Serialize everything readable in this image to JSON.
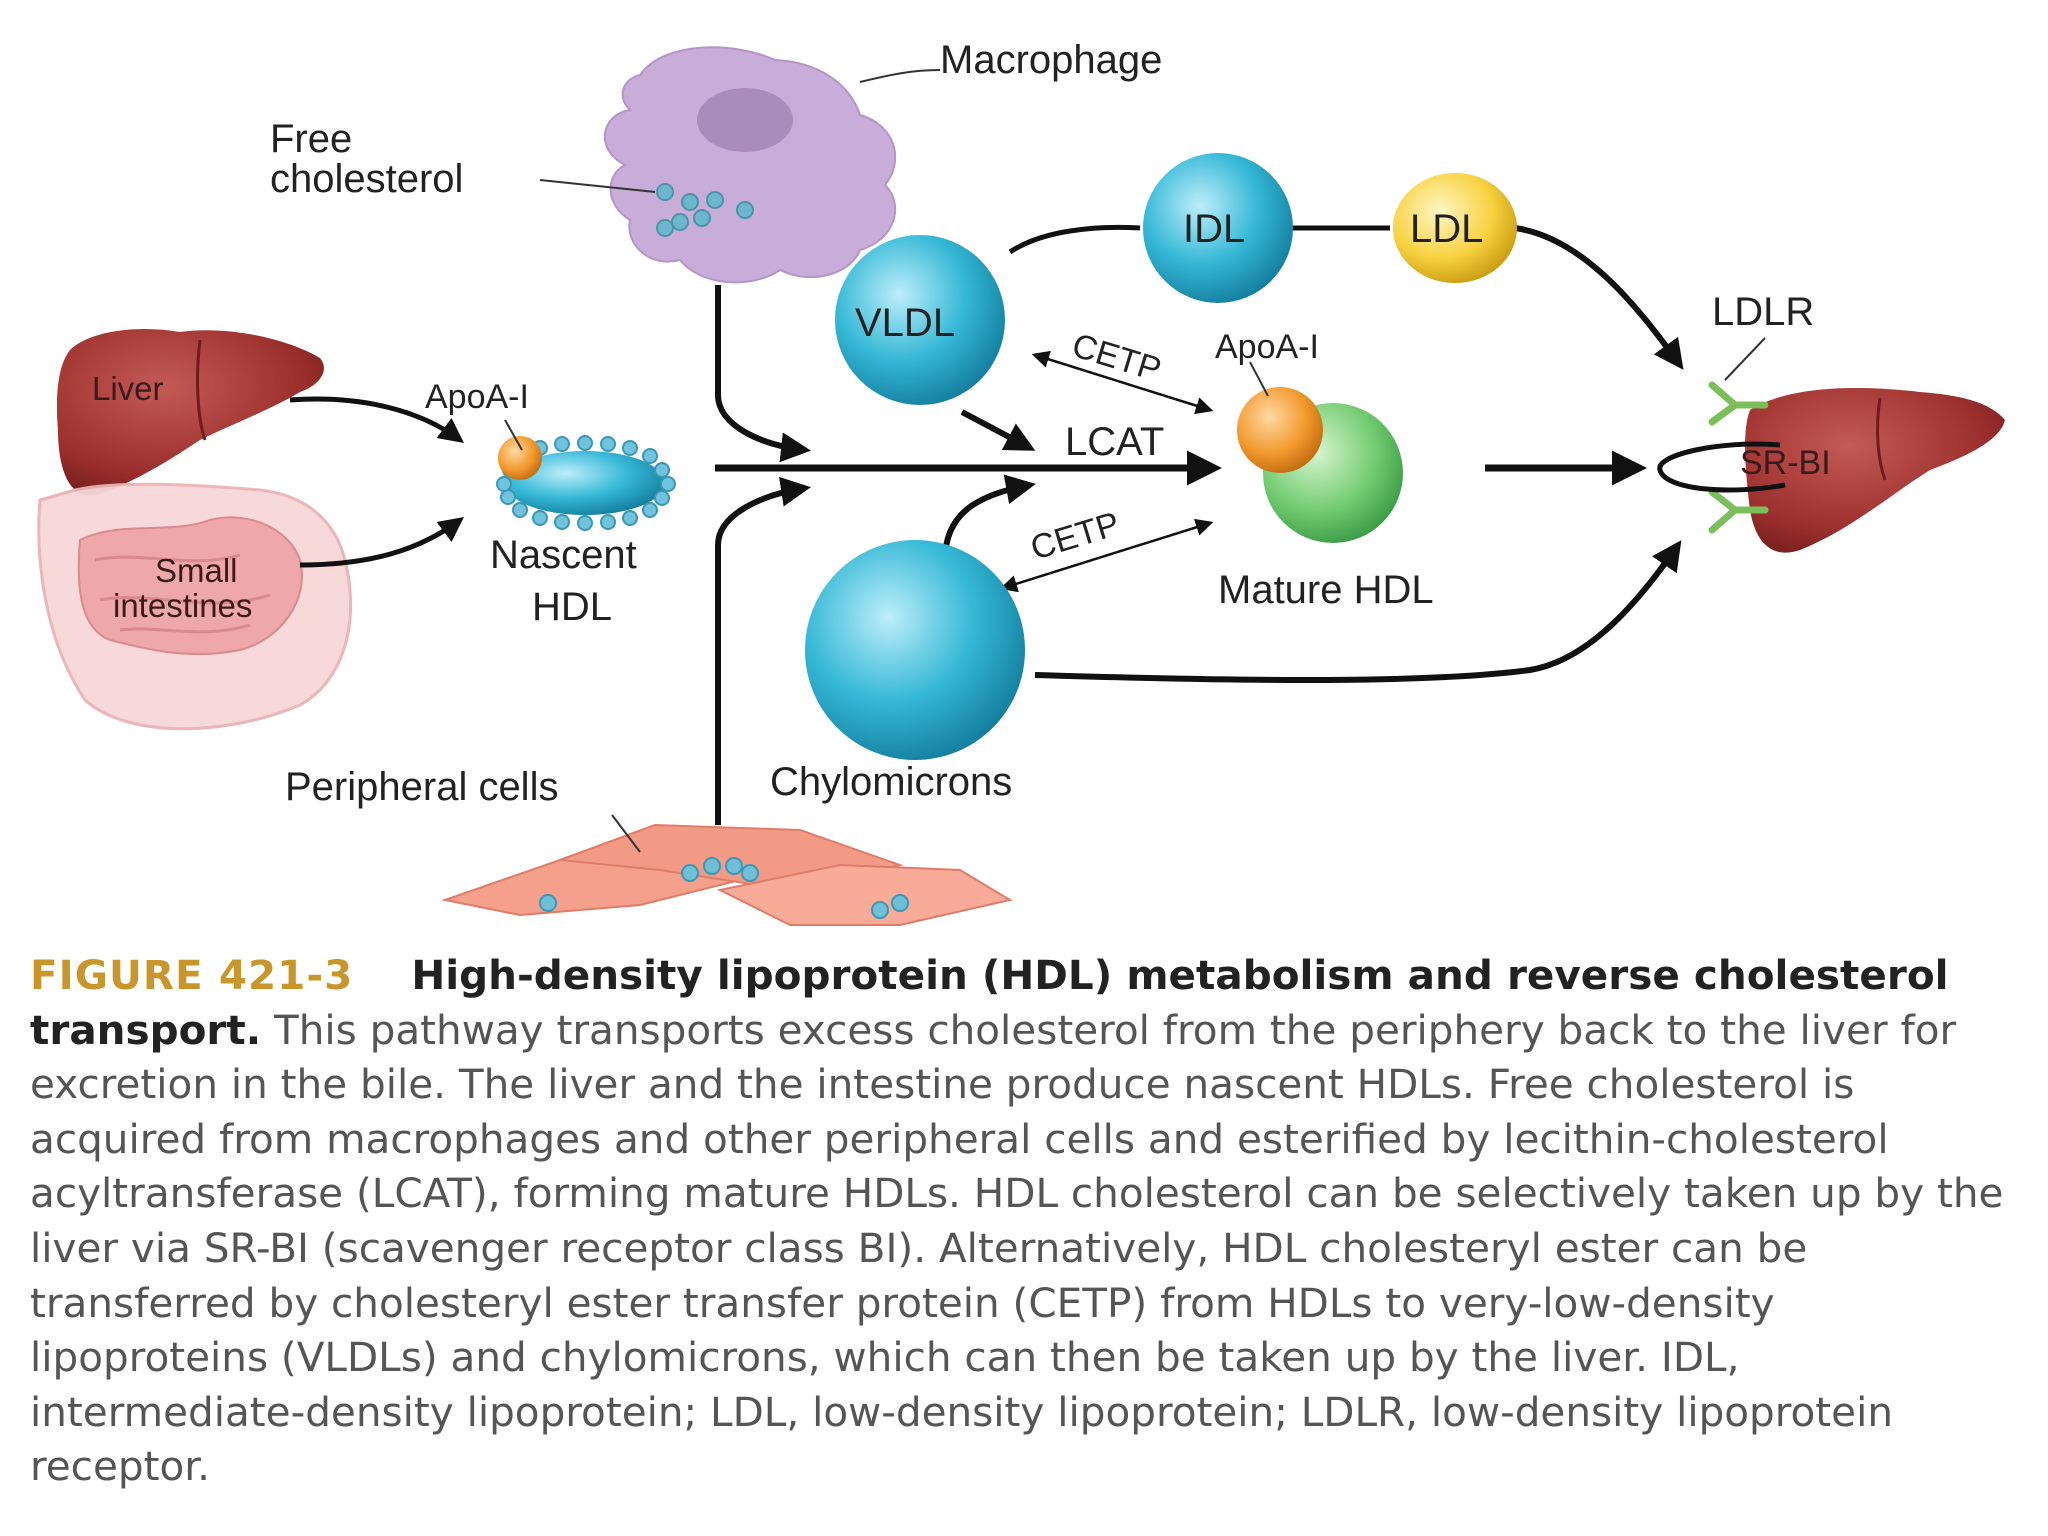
{
  "labels": {
    "macrophage": "Macrophage",
    "free_cholesterol_1": "Free",
    "free_cholesterol_2": "cholesterol",
    "liver": "Liver",
    "small_intestines_1": "Small",
    "small_intestines_2": "intestines",
    "apoa1_nascent": "ApoA-I",
    "nascent_hdl_1": "Nascent",
    "nascent_hdl_2": "HDL",
    "vldl": "VLDL",
    "idl": "IDL",
    "ldl": "LDL",
    "cetp_top": "CETP",
    "cetp_bottom": "CETP",
    "lcat": "LCAT",
    "apoa1_mature": "ApoA-I",
    "mature_hdl": "Mature HDL",
    "ldlr": "LDLR",
    "srbi": "SR-BI",
    "chylomicrons": "Chylomicrons",
    "peripheral_cells": "Peripheral cells"
  },
  "caption": {
    "figure_number": "FIGURE 421-3",
    "title": "High-density lipoprotein (HDL) metabolism and reverse cholesterol transport.",
    "body": "This pathway transports excess cholesterol from the periphery back to the liver for excretion in the bile. The liver and the intestine produce nascent HDLs. Free cholesterol is acquired from macrophages and other peripheral cells and esterified by lecithin-cholesterol acyltransferase (LCAT), forming mature HDLs. HDL cholesterol can be selectively taken up by the liver via SR-BI (scavenger receptor class BI). Alternatively, HDL cholesteryl ester can be transferred by cholesteryl ester transfer protein (CETP) from HDLs to very-low-density lipoproteins (VLDLs) and chylomicrons, which can then be taken up by the liver. IDL, intermediate-density lipoprotein; LDL, low-density lipoprotein; LDLR, low-density lipoprotein receptor."
  },
  "colors": {
    "lipoprotein_blue": "#2fb5d2",
    "apoa1_orange": "#f0972b",
    "ldl_yellow": "#f5cf3a",
    "mature_hdl_green": "#6cc96c",
    "liver_red": "#9c2f2e",
    "macrophage_purple": "#c7a9da",
    "peripheral_cell_salmon": "#f39a86",
    "receptor_green": "#7cbf5a",
    "figure_number_gold": "#c8962a"
  }
}
